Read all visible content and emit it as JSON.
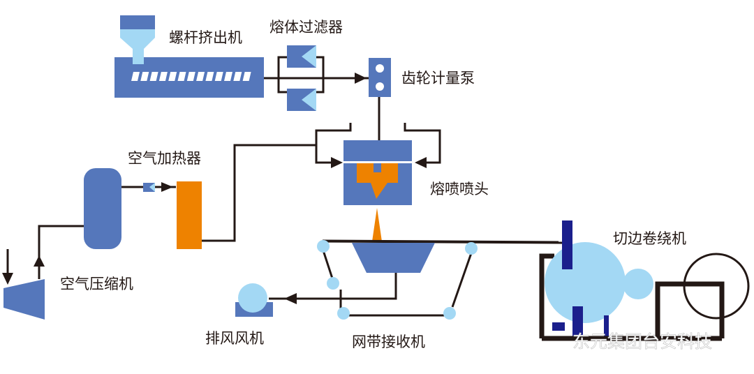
{
  "diagram": {
    "title_hidden": "",
    "colors": {
      "equipment": "#5577bb",
      "light": "#a3d8f4",
      "heat": "#ee8200",
      "roller_bar": "#1b1f8c",
      "line": "#231815"
    },
    "labels": {
      "screw_extruder": "螺杆挤出机",
      "melt_filter": "熔体过滤器",
      "gear_metering_pump": "齿轮计量泵",
      "air_heater": "空气加热器",
      "meltblown_die": "熔喷喷头",
      "air_compressor": "空气压缩机",
      "exhaust_fan": "排风风机",
      "mesh_belt_receiver": "网带接收机",
      "slitting_winder": "切边卷绕机"
    },
    "watermark": "东元集团台安科技"
  }
}
